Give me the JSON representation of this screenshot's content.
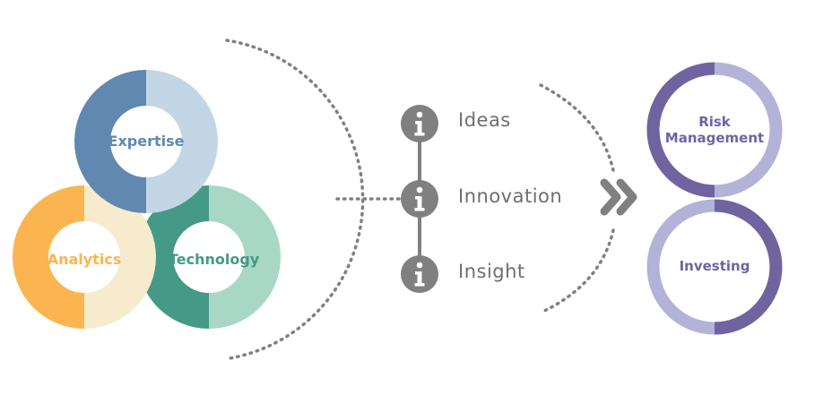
{
  "colors": {
    "expertise_dark": "#6088b0",
    "expertise_light": "#c3d6e6",
    "analytics_dark": "#fbb550",
    "analytics_light": "#f6ebcd",
    "technology_dark": "#449a86",
    "technology_light": "#a9d7c5",
    "purple_dark": "#6f64a0",
    "purple_light": "#b3b2d8",
    "gray": "#808080",
    "text_gray": "#6d6e71"
  },
  "left_group": {
    "expertise": "Expertise",
    "analytics": "Analytics",
    "technology": "Technology"
  },
  "timeline": {
    "icon": "info-icon",
    "steps": [
      {
        "label": "Ideas"
      },
      {
        "label": "Innovation"
      },
      {
        "label": "Insight"
      }
    ]
  },
  "arrow_icon": "double-chevron-right-icon",
  "right_group": {
    "top_line1": "Risk",
    "top_line2": "Management",
    "bottom": "Investing"
  }
}
